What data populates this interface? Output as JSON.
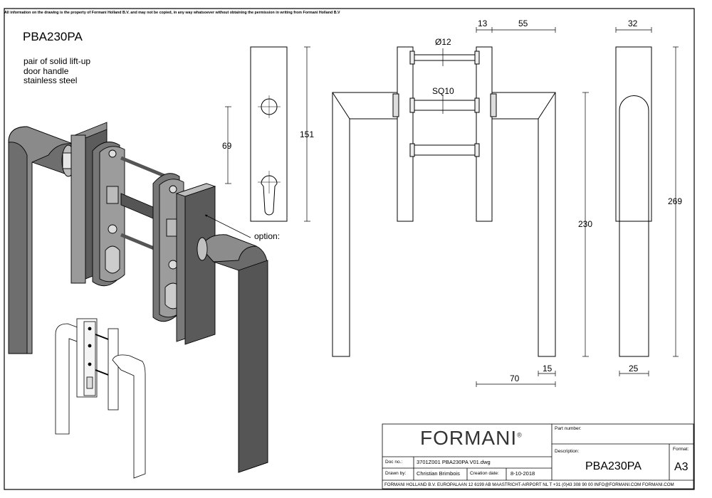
{
  "sheet": {
    "notice": "All information on the drawing is the property of Formani Holland B.V. and may not be copied, in any way whatsoever without obtaining the permission in writing from Formani Holland B.V",
    "title": "PBA230PA",
    "description_lines": [
      "pair of solid lift-up",
      "door handle",
      "stainless steel"
    ],
    "option_label": "option:"
  },
  "dimensions": {
    "d69": "69",
    "d151": "151",
    "d13": "13",
    "d55": "55",
    "dia12": "Ø12",
    "sq10": "SQ10",
    "d230": "230",
    "d70": "70",
    "d15": "15",
    "d32": "32",
    "d269": "269",
    "d25": "25"
  },
  "title_block": {
    "brand": "FORMANI",
    "brand_mark": "®",
    "part_number_label": "Part number:",
    "description_label": "Description:",
    "description_value": "PBA230PA",
    "format_label": "Format:",
    "format_value": "A3",
    "doc_no_label": "Doc no.:",
    "doc_no_value": "3701Z001 PBA230PA V01.dwg",
    "drawn_by_label": "Drawn by:",
    "drawn_by_value": "Christian Brimbois",
    "creation_date_label": "Creation date:",
    "creation_date_value": "8-10-2018",
    "footer": "FORMANI HOLLAND B.V.  EUROPALAAN 12  6199 AB MAASTRICHT-AIRPORT NL  T +31 (0)43 308 90 00 INFO@FORMANI.COM FORMANI.COM"
  }
}
